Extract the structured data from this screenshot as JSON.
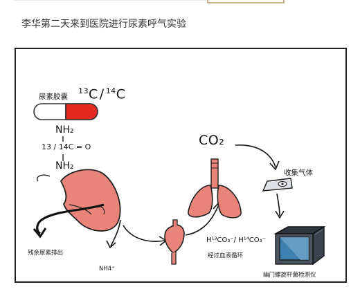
{
  "caption": "李华第二天来到医院进行尿素呼气实验",
  "capsule": {
    "label": "尿素胶囊"
  },
  "isotope": {
    "c13": "13",
    "c14": "14",
    "sep": "/",
    "symbol": "C"
  },
  "urea": {
    "nh2_top": "NH₂",
    "carbonyl": "13 / 14C = O",
    "nh2_bottom": "NH₂"
  },
  "co2": {
    "text": "CO₂"
  },
  "bicarbonate": {
    "text": "H¹³CO₃⁻/ H¹⁴CO₃⁻"
  },
  "labels": {
    "residual_urea": "残余尿素排出",
    "ammonium": "NH4⁺",
    "circulation": "经过血液循环",
    "collect_gas": "收集气体",
    "detector": "幽门螺旋杆菌检测仪"
  },
  "colors": {
    "organ": "#e8847a",
    "capsule_red": "#e32b22",
    "detector_screen": "#3f7fb0",
    "detector_body": "#4c5560"
  }
}
